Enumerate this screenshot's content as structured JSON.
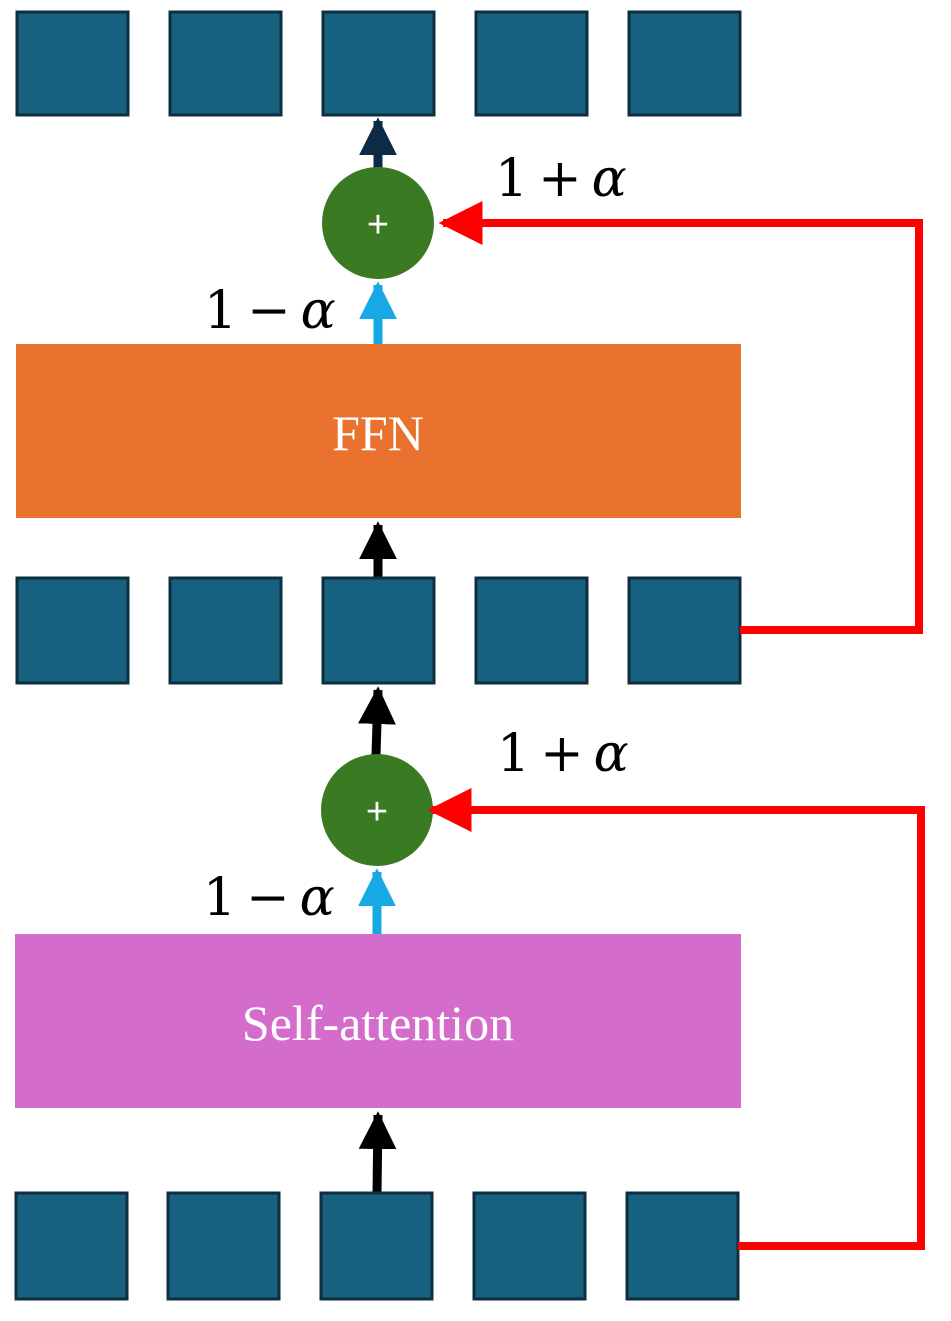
{
  "ffn_block": {
    "label": "FFN",
    "color": "#E9722F"
  },
  "attention_block": {
    "label": "Self-attention",
    "color": "#D36CCB"
  },
  "top_adder": {
    "symbol": "+",
    "residual_weight": {
      "number": "1",
      "operator": "+",
      "symbol": "α"
    },
    "branch_weight": {
      "number": "1",
      "operator": "−",
      "symbol": "α"
    }
  },
  "bottom_adder": {
    "symbol": "+",
    "residual_weight": {
      "number": "1",
      "operator": "+",
      "symbol": "α"
    },
    "branch_weight": {
      "number": "1",
      "operator": "−",
      "symbol": "α"
    }
  },
  "colors": {
    "token": "#17607F",
    "token_border": "#0D2F3F",
    "adder": "#3A7A23",
    "residual_path": "#FF0000",
    "branch_arrow": "#16A9E6",
    "main_arrow": "#000000",
    "output_arrow": "#0F2A44"
  }
}
